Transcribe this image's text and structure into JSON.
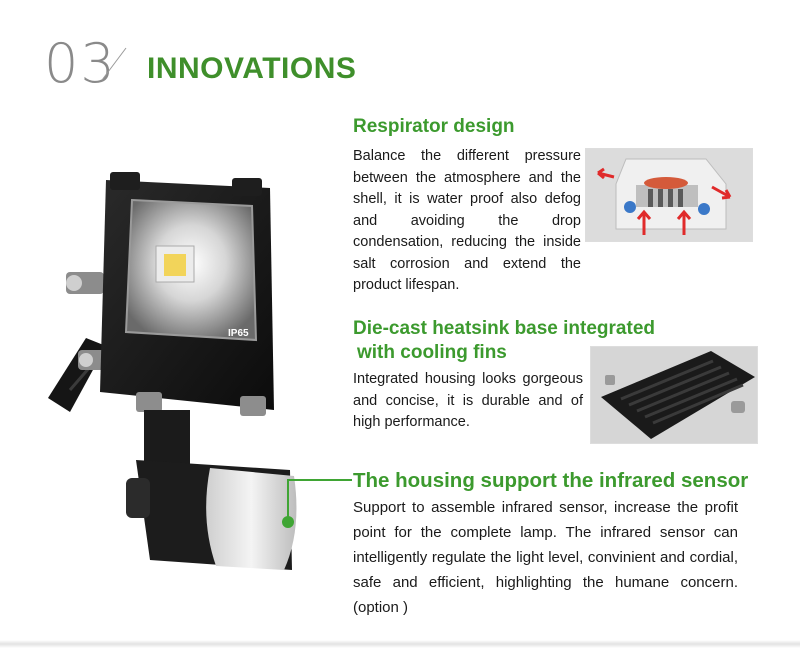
{
  "header": {
    "number": "03",
    "title": "INNOVATIONS"
  },
  "lamp": {
    "rating_label": "IP65"
  },
  "sections": [
    {
      "heading": "Respirator design",
      "body": "Balance the different pressure between the atmosphere and the shell, it is water proof also defog and avoiding the drop condensation, reducing the inside salt corrosion and extend the product lifespan."
    },
    {
      "heading_line1": "Die-cast heatsink base integrated",
      "heading_line2": "with cooling fins",
      "body": "Integrated housing looks gorgeous and concise, it is durable and of high performance."
    },
    {
      "heading": "The housing support the infrared sensor",
      "body": "Support to assemble infrared sensor, increase the profit point for the complete lamp. The infrared sensor can intelligently regulate the light level, convinient and cordial, safe and efficient, highlighting the humane concern.(option )"
    }
  ],
  "colors": {
    "heading_green": "#3c9a2e",
    "title_green": "#3f8f2b",
    "callout_green": "#3fa534"
  }
}
